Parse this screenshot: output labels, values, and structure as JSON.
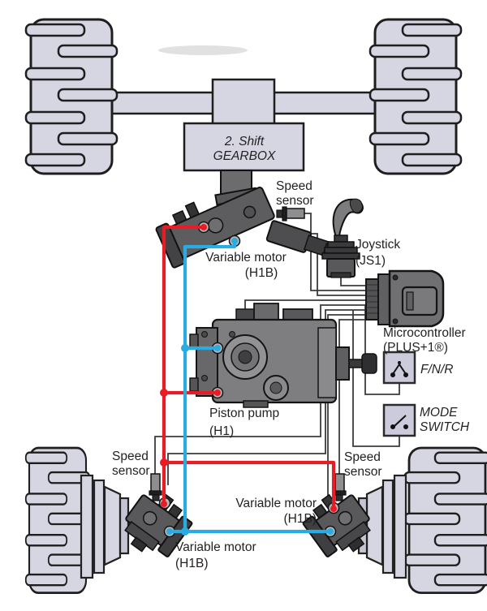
{
  "labels": {
    "gearbox": {
      "line1": "2. Shift",
      "line2": "GEARBOX"
    },
    "speed_sensor_top": {
      "line1": "Speed",
      "line2": "sensor"
    },
    "variable_motor_top": {
      "line1": "Variable motor",
      "line2": "(H1B)"
    },
    "joystick": {
      "line1": "Joystick",
      "line2": "(JS1)"
    },
    "microcontroller": {
      "line1": "Microcontroller",
      "line2": "(PLUS+1®)"
    },
    "fnr_switch": {
      "label": "F/N/R"
    },
    "mode_switch": {
      "line1": "MODE",
      "line2": "SWITCH"
    },
    "piston_pump": {
      "line1": "Piston pump",
      "line2": "(H1)"
    },
    "speed_sensor_left": {
      "line1": "Speed",
      "line2": "sensor"
    },
    "variable_motor_right": {
      "line1": "Variable motor",
      "line2": "(H1B)"
    },
    "speed_sensor_right": {
      "line1": "Speed",
      "line2": "sensor"
    },
    "variable_motor_bottom": {
      "line1": "Variable motor",
      "line2": "(H1B)"
    }
  },
  "colors": {
    "hydraulic_line_red": "#e81c24",
    "hydraulic_line_blue": "#2aace2",
    "signal_wire": "#3b3b3b",
    "chassis_fill": "#d6d6e3",
    "machinery_gray": "#59595b",
    "switch_box_fill": "#cbcbdc",
    "text": "#231f20"
  },
  "components": [
    "front-left-tire",
    "front-right-tire",
    "front-axle",
    "2-shift-gearbox",
    "variable-motor-top",
    "speed-sensor-top",
    "joystick-js1",
    "microcontroller-plus1",
    "fnr-switch",
    "mode-switch",
    "piston-pump-h1",
    "speed-sensor-left",
    "speed-sensor-right",
    "variable-motor-left",
    "variable-motor-right",
    "rear-left-tire",
    "rear-right-tire"
  ]
}
